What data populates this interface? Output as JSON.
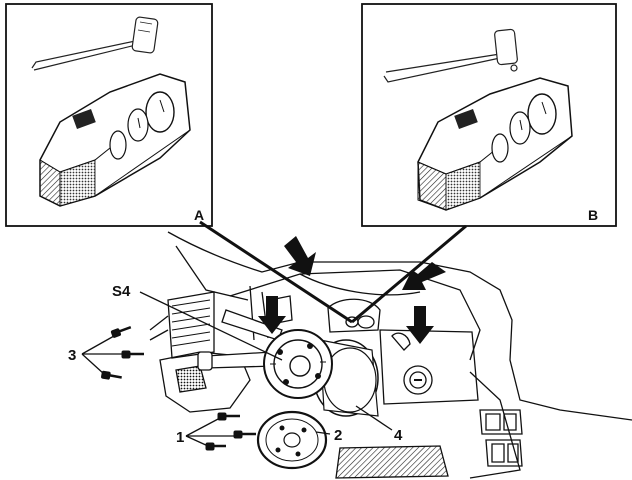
{
  "panels": {
    "left": {
      "label": "A"
    },
    "right": {
      "label": "B"
    }
  },
  "callouts": {
    "s4": "S4",
    "n1": "1",
    "n2": "2",
    "n3": "3",
    "n4": "4"
  },
  "icons": {
    "arrow": "down-arrow-icon",
    "screw": "screw-icon",
    "key": "hex-key-icon"
  }
}
